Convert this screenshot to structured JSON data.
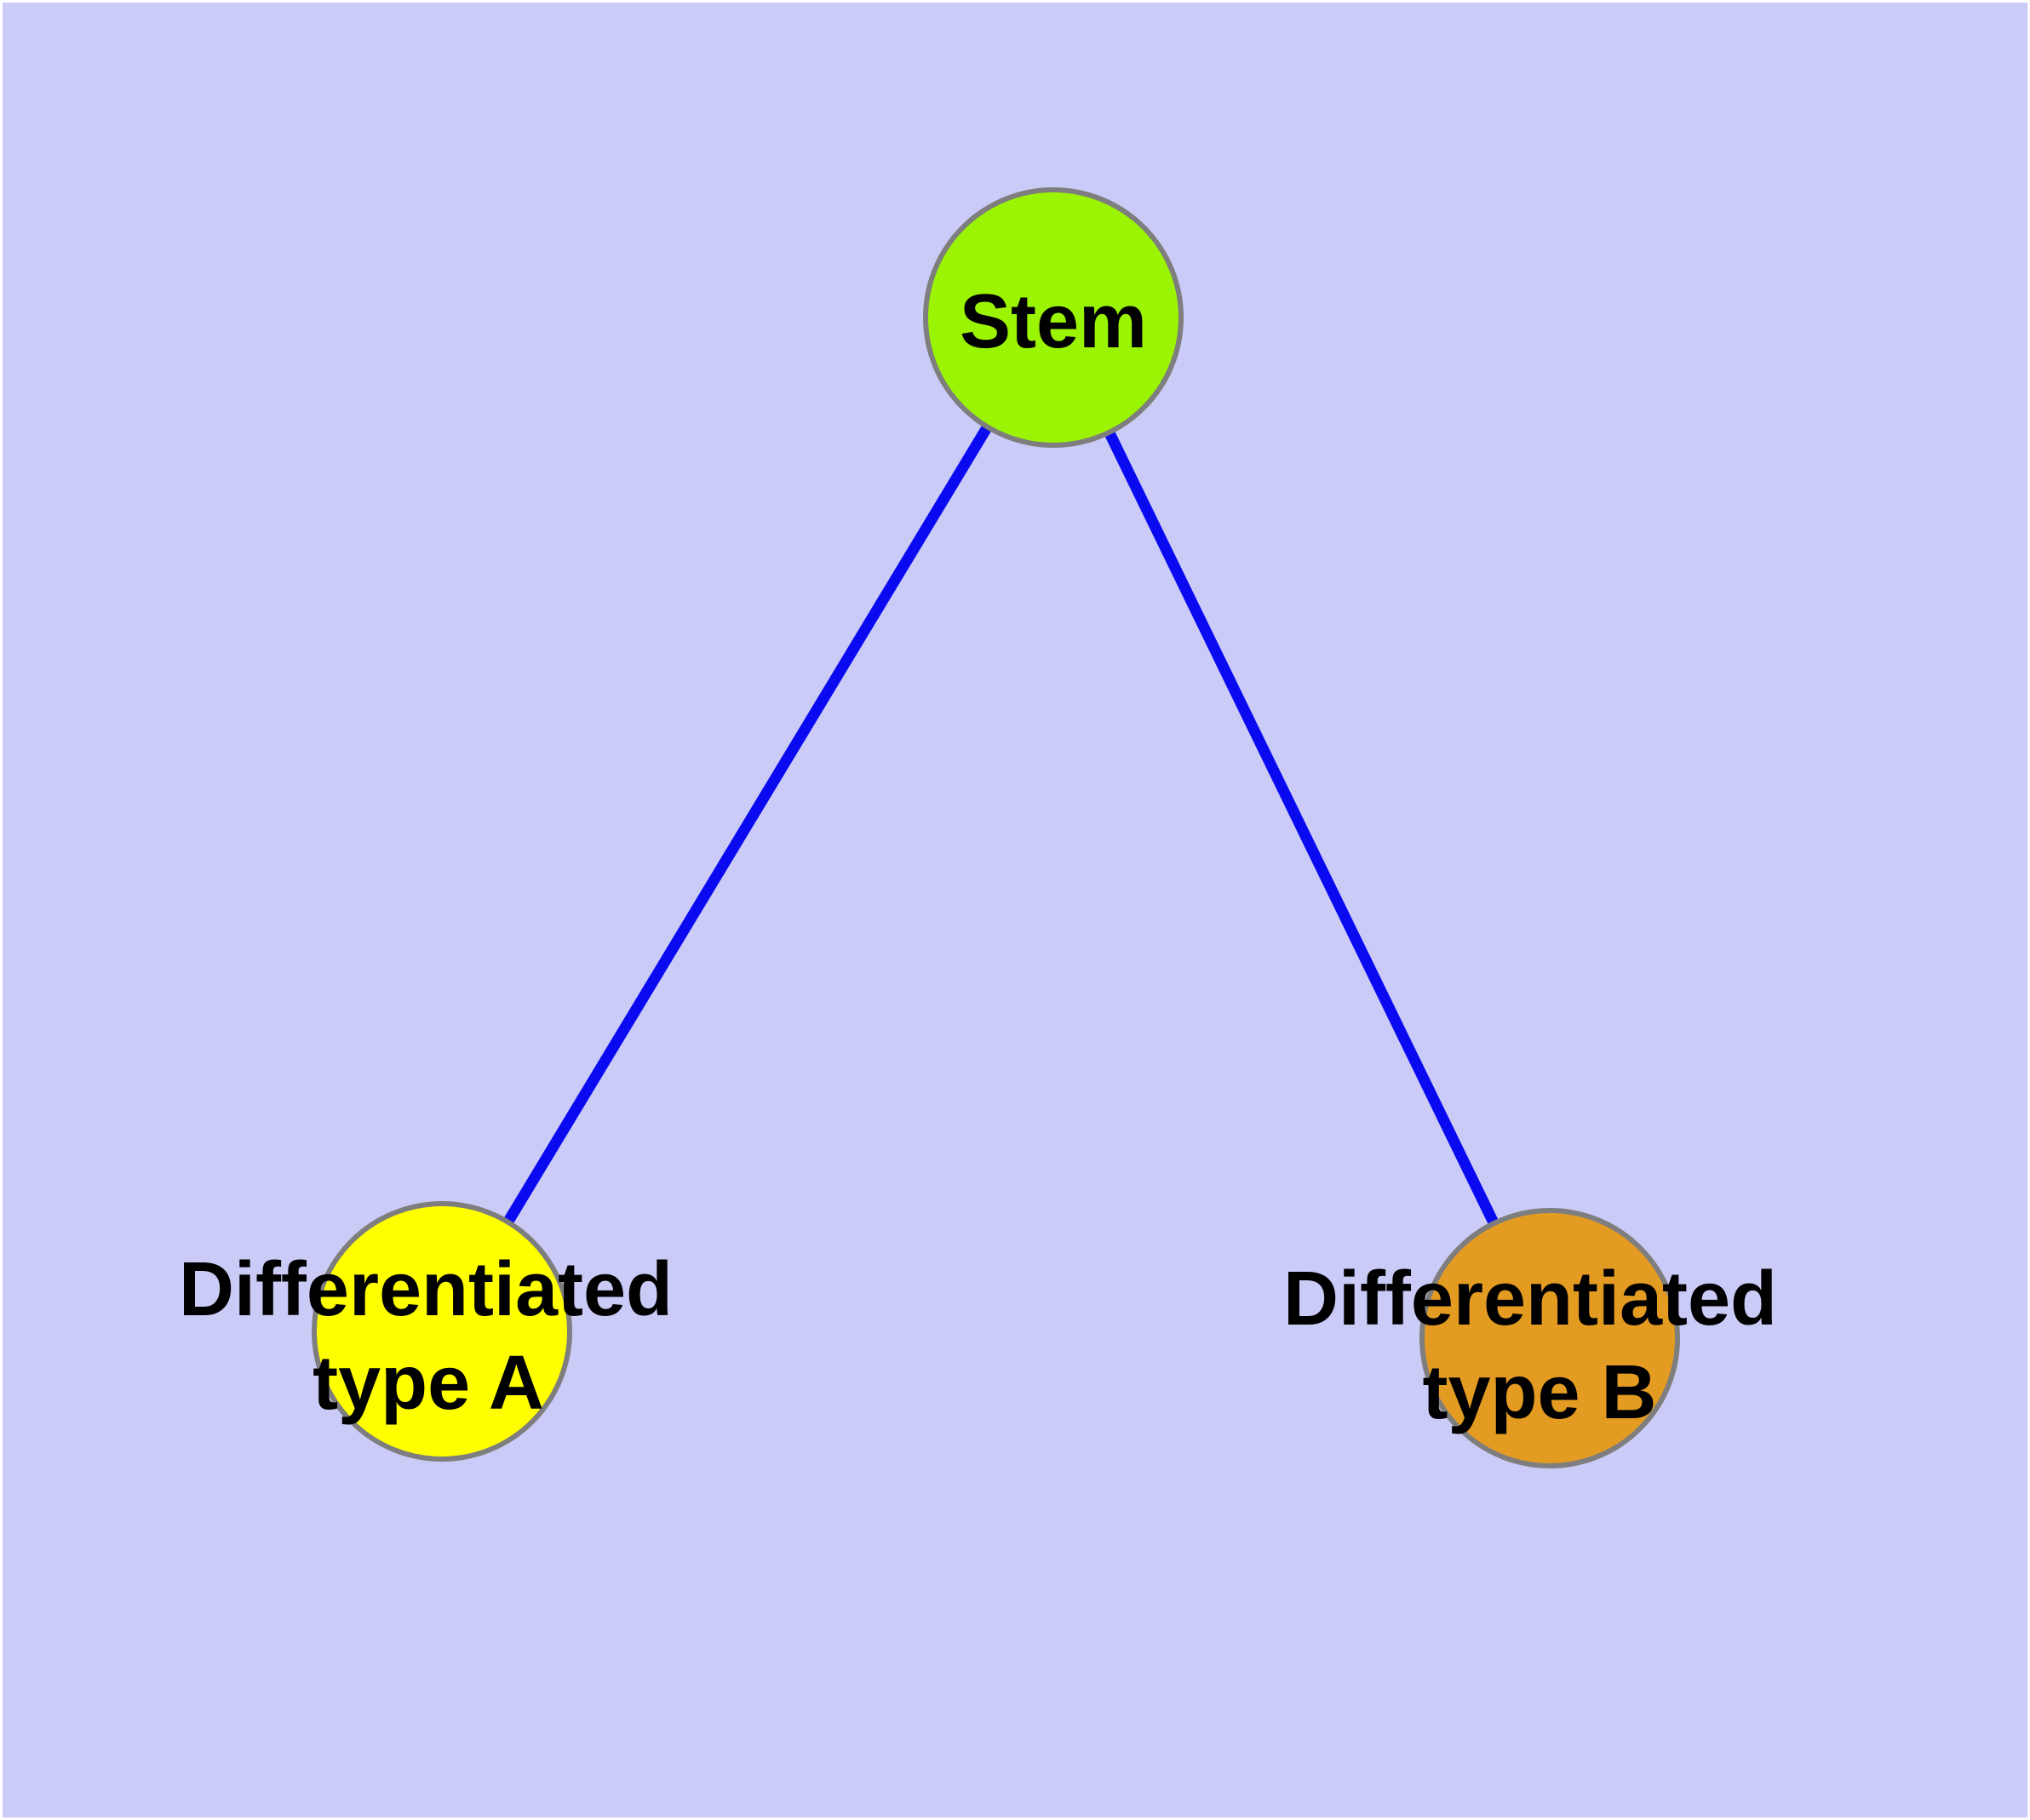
{
  "diagram": {
    "background_color": "#CBCBF8",
    "frame_color": "#FFFFFF",
    "edge_color": "#0A0AF0",
    "node_border_color": "#7E7E7E",
    "text_color": "#000000",
    "nodes": [
      {
        "id": "stem",
        "label": "Stem",
        "label_lines": [
          "Stem"
        ],
        "fill": "#9AF403"
      },
      {
        "id": "differentiated-type-a",
        "label": "Differentiated type A",
        "label_lines": [
          "Differentiated",
          "type A"
        ],
        "fill": "#FFFF00"
      },
      {
        "id": "differentiated-type-b",
        "label": "Differentiated type B",
        "label_lines": [
          "Differentiated",
          "type B"
        ],
        "fill": "#E49B22"
      }
    ],
    "edges": [
      {
        "from": "Stem",
        "to": "Differentiated type A"
      },
      {
        "from": "Stem",
        "to": "Differentiated type B"
      }
    ]
  }
}
